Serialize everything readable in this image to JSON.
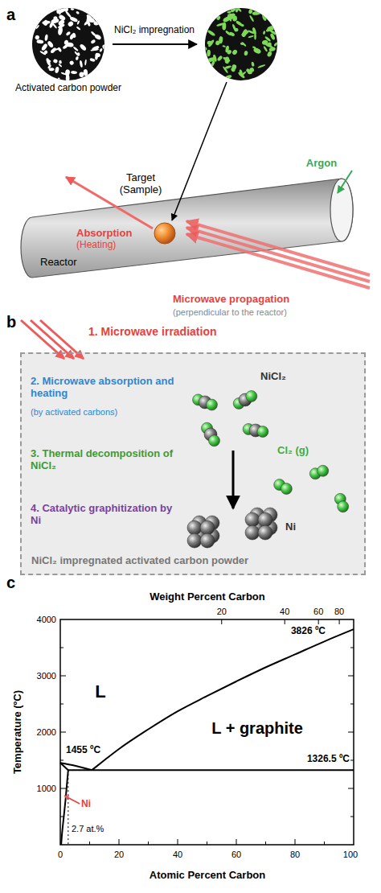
{
  "diagram": {
    "nodes": [
      {
        "text": [
          "Activated carbon powder"
        ]
      },
      {
        "text": [
          "Target",
          "(Sample)"
        ]
      },
      {
        "text": [
          "NiCl₂ impregnated activated carbon powder"
        ]
      }
    ],
    "labels": [
      "a",
      "NiCl₂ impregnation",
      "Argon",
      "Absorption",
      "(Heating)",
      "Reactor",
      "Microwave propagation",
      "(perpendicular to the reactor)",
      "b",
      "1. Microwave irradiation",
      "2. Microwave absorption and heating",
      "(by activated carbons)",
      "3. Thermal decomposition of NiCl₂",
      "4. Catalytic graphitization by Ni",
      "NiCl₂",
      "Cl₂ (g)",
      "Ni",
      "c",
      "Weight Percent Carbon",
      "20",
      "40",
      "60",
      "80",
      "4000",
      "3000",
      "2000",
      "1000",
      "0",
      "20",
      "40",
      "60",
      "80",
      "100",
      "Temperature (ºC)",
      "Atomic Percent Carbon",
      "L",
      "L + graphite",
      "3826 ºC",
      "1455 ºC",
      "1326.5 ºC",
      "Ni",
      "2.7 at.%"
    ]
  }
}
